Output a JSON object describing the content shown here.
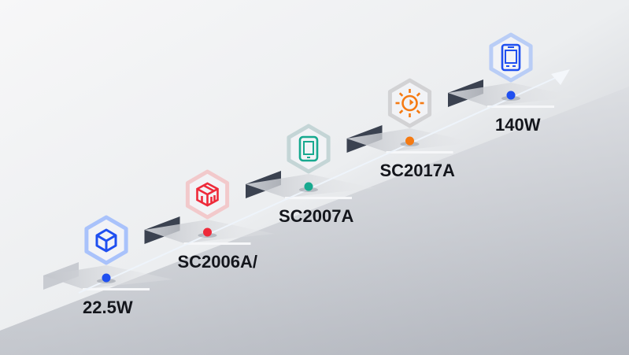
{
  "steps": [
    {
      "label": "22.5W",
      "icon": "cube-icon",
      "color": "#1f4ff0",
      "ring": "#a9c2fb"
    },
    {
      "label": "SC2006A/",
      "icon": "box-package-icon",
      "color": "#ee2a3a",
      "ring": "#f2c9cb"
    },
    {
      "label": "SC2007A",
      "icon": "tablet-icon",
      "color": "#17a98f",
      "ring": "#c4d5d6"
    },
    {
      "label": "SC2017A",
      "icon": "sun-gauge-icon",
      "color": "#f57a12",
      "ring": "#d2d2d4"
    },
    {
      "label": "140W",
      "icon": "phone-icon",
      "color": "#1f4ff0",
      "ring": "#b9cdf6"
    }
  ]
}
